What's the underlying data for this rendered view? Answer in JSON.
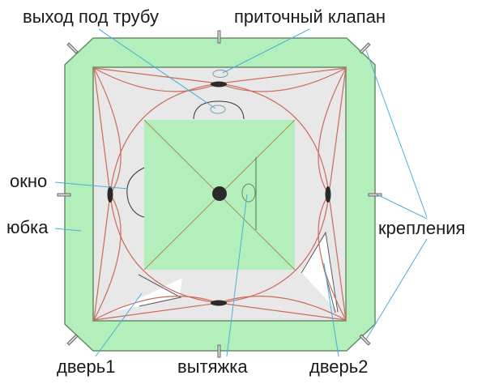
{
  "diagram": {
    "type": "tent-top-view",
    "colors": {
      "skirt": "#b3efbb",
      "skirt_stroke": "#6b8a6b",
      "floor": "#e8e8e8",
      "roof_center": "#b3efbb",
      "seams": "#cc6a5c",
      "leader_lines": "#4aaed8",
      "hub": "#2a2a2a",
      "door": "#ffffff"
    },
    "labels": {
      "pipe_outlet": "выход под трубу",
      "supply_valve": "приточный клапан",
      "window": "окно",
      "skirt": "юбка",
      "mounts": "крепления",
      "door1": "дверь1",
      "exhaust": "вытяжка",
      "door2": "дверь2"
    }
  }
}
